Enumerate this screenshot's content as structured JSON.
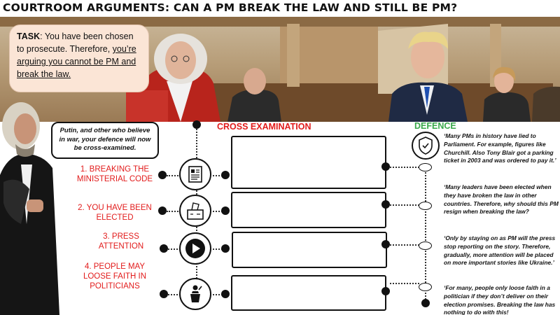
{
  "title": "COURTROOM ARGUMENTS: CAN A PM BREAK THE LAW AND STILL BE PM?",
  "task": {
    "label": "TASK",
    "text_before": ": You have been chosen to prosecute. Therefore, ",
    "underlined": "you’re arguing you cannot be PM and break the law."
  },
  "speech_bubble": "Putin, and other who believe in war, your defence will now be cross-examined.",
  "headings": {
    "cross_examination": "CROSS EXAMINATION",
    "defence": "DEFENCE"
  },
  "arguments": [
    {
      "label": "1.   BREAKING THE MINISTERIAL CODE",
      "icon": "document-icon"
    },
    {
      "label": "2.   YOU HAVE BEEN ELECTED",
      "icon": "ballot-box-icon"
    },
    {
      "label": "3.   PRESS ATTENTION",
      "icon": "play-icon"
    },
    {
      "label": "4.   PEOPLE MAY LOOSE FAITH IN POLITICIANS",
      "icon": "speaker-podium-icon"
    }
  ],
  "defence_quotes": [
    "‘Many PMs in history have lied to Parliament. For example, figures like Churchill. Also Tony Blair got a parking ticket in 2003 and was ordered to pay it.’",
    "‘Many leaders have been elected when they have broken the law in other countries. Therefore, why should this PM resign when breaking the law?",
    "‘Only  by staying on as PM will the press stop reporting on the story. Therefore, gradually, more attention will be placed on more important stories like Ukraine.’",
    "‘For many, people only loose faith in a politician if they don’t deliver on their election promises. Breaking the law has nothing to do with this!"
  ],
  "colors": {
    "red": "#e21b1b",
    "green": "#38a84a",
    "task_bg": "#fbe5d6"
  }
}
